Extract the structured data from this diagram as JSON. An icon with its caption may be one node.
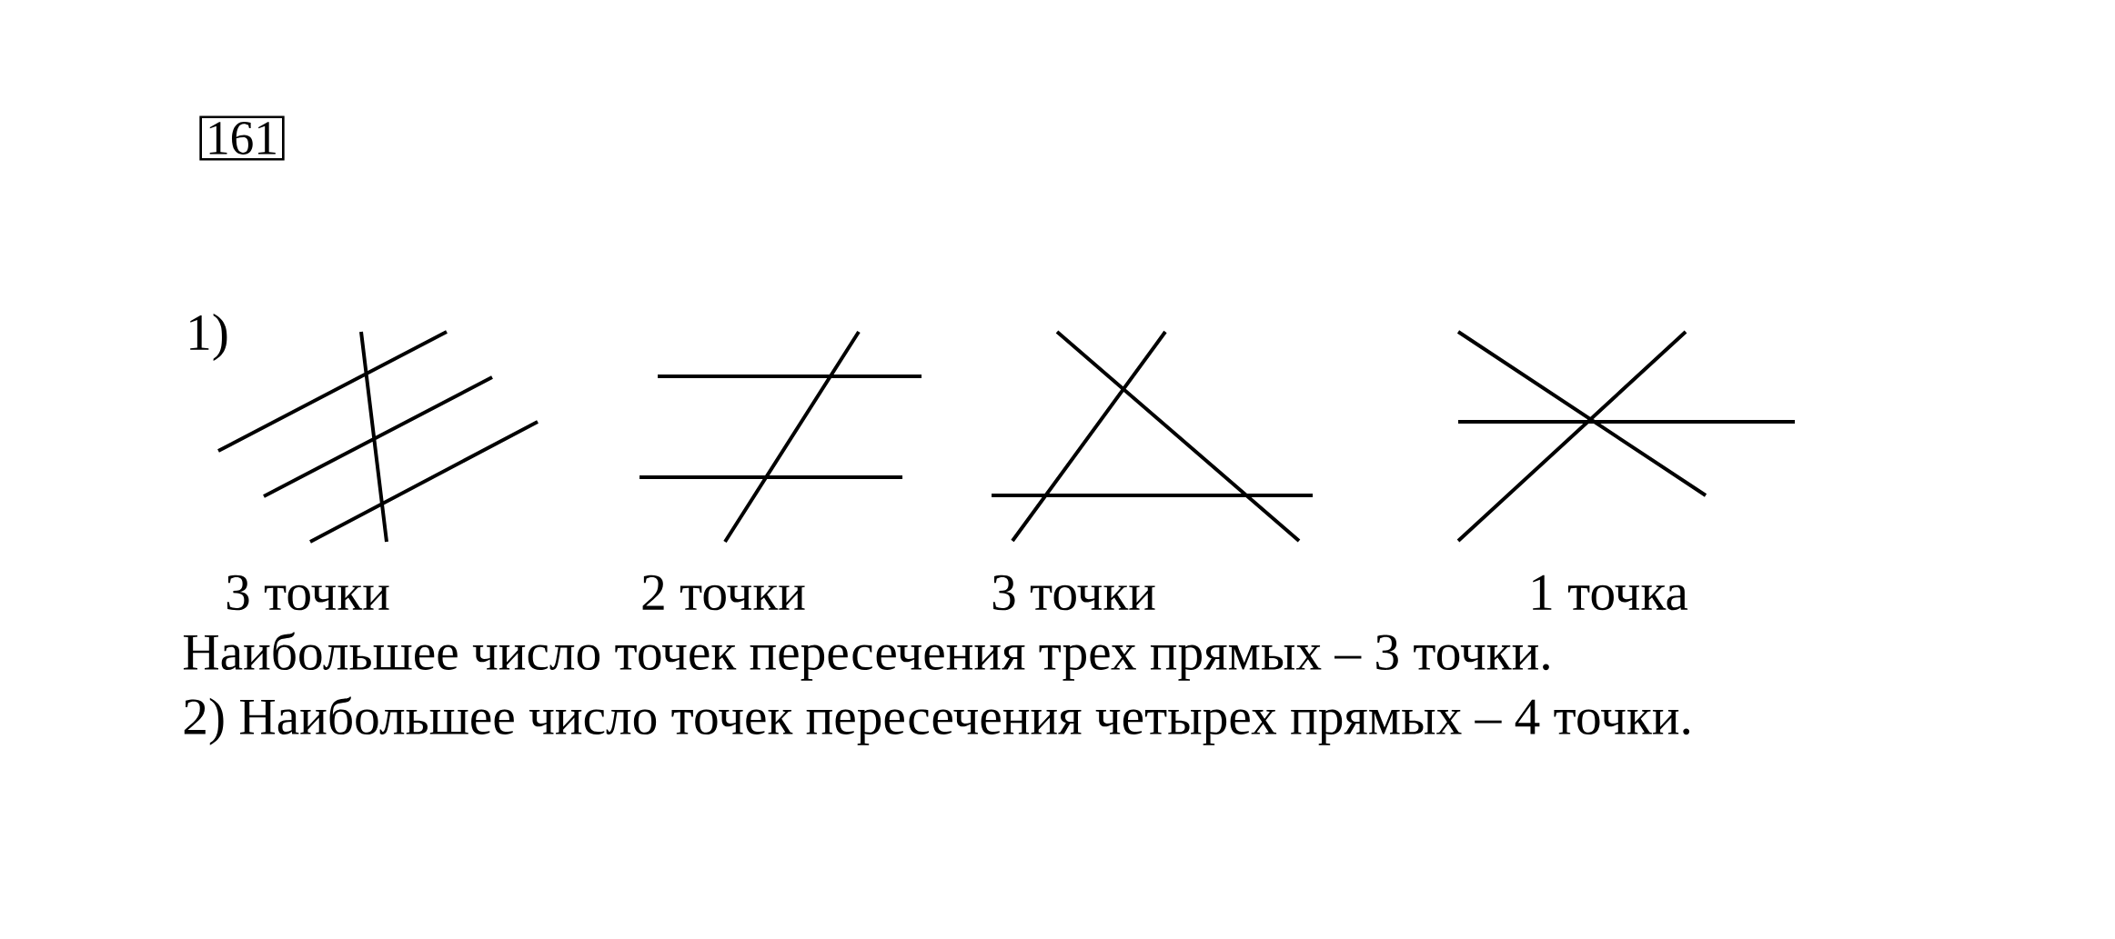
{
  "diagram": {
    "nodes": [
      {
        "text": [
          "161"
        ]
      }
    ],
    "labels": [
      "1)",
      "3 точки",
      "2 точки",
      "3 точки",
      "1 точка",
      "Наибольшее число точек пересечения трех прямых – 3 точки.",
      "2) Наибольшее число точек пересечения четырех прямых – 4 точки."
    ]
  }
}
